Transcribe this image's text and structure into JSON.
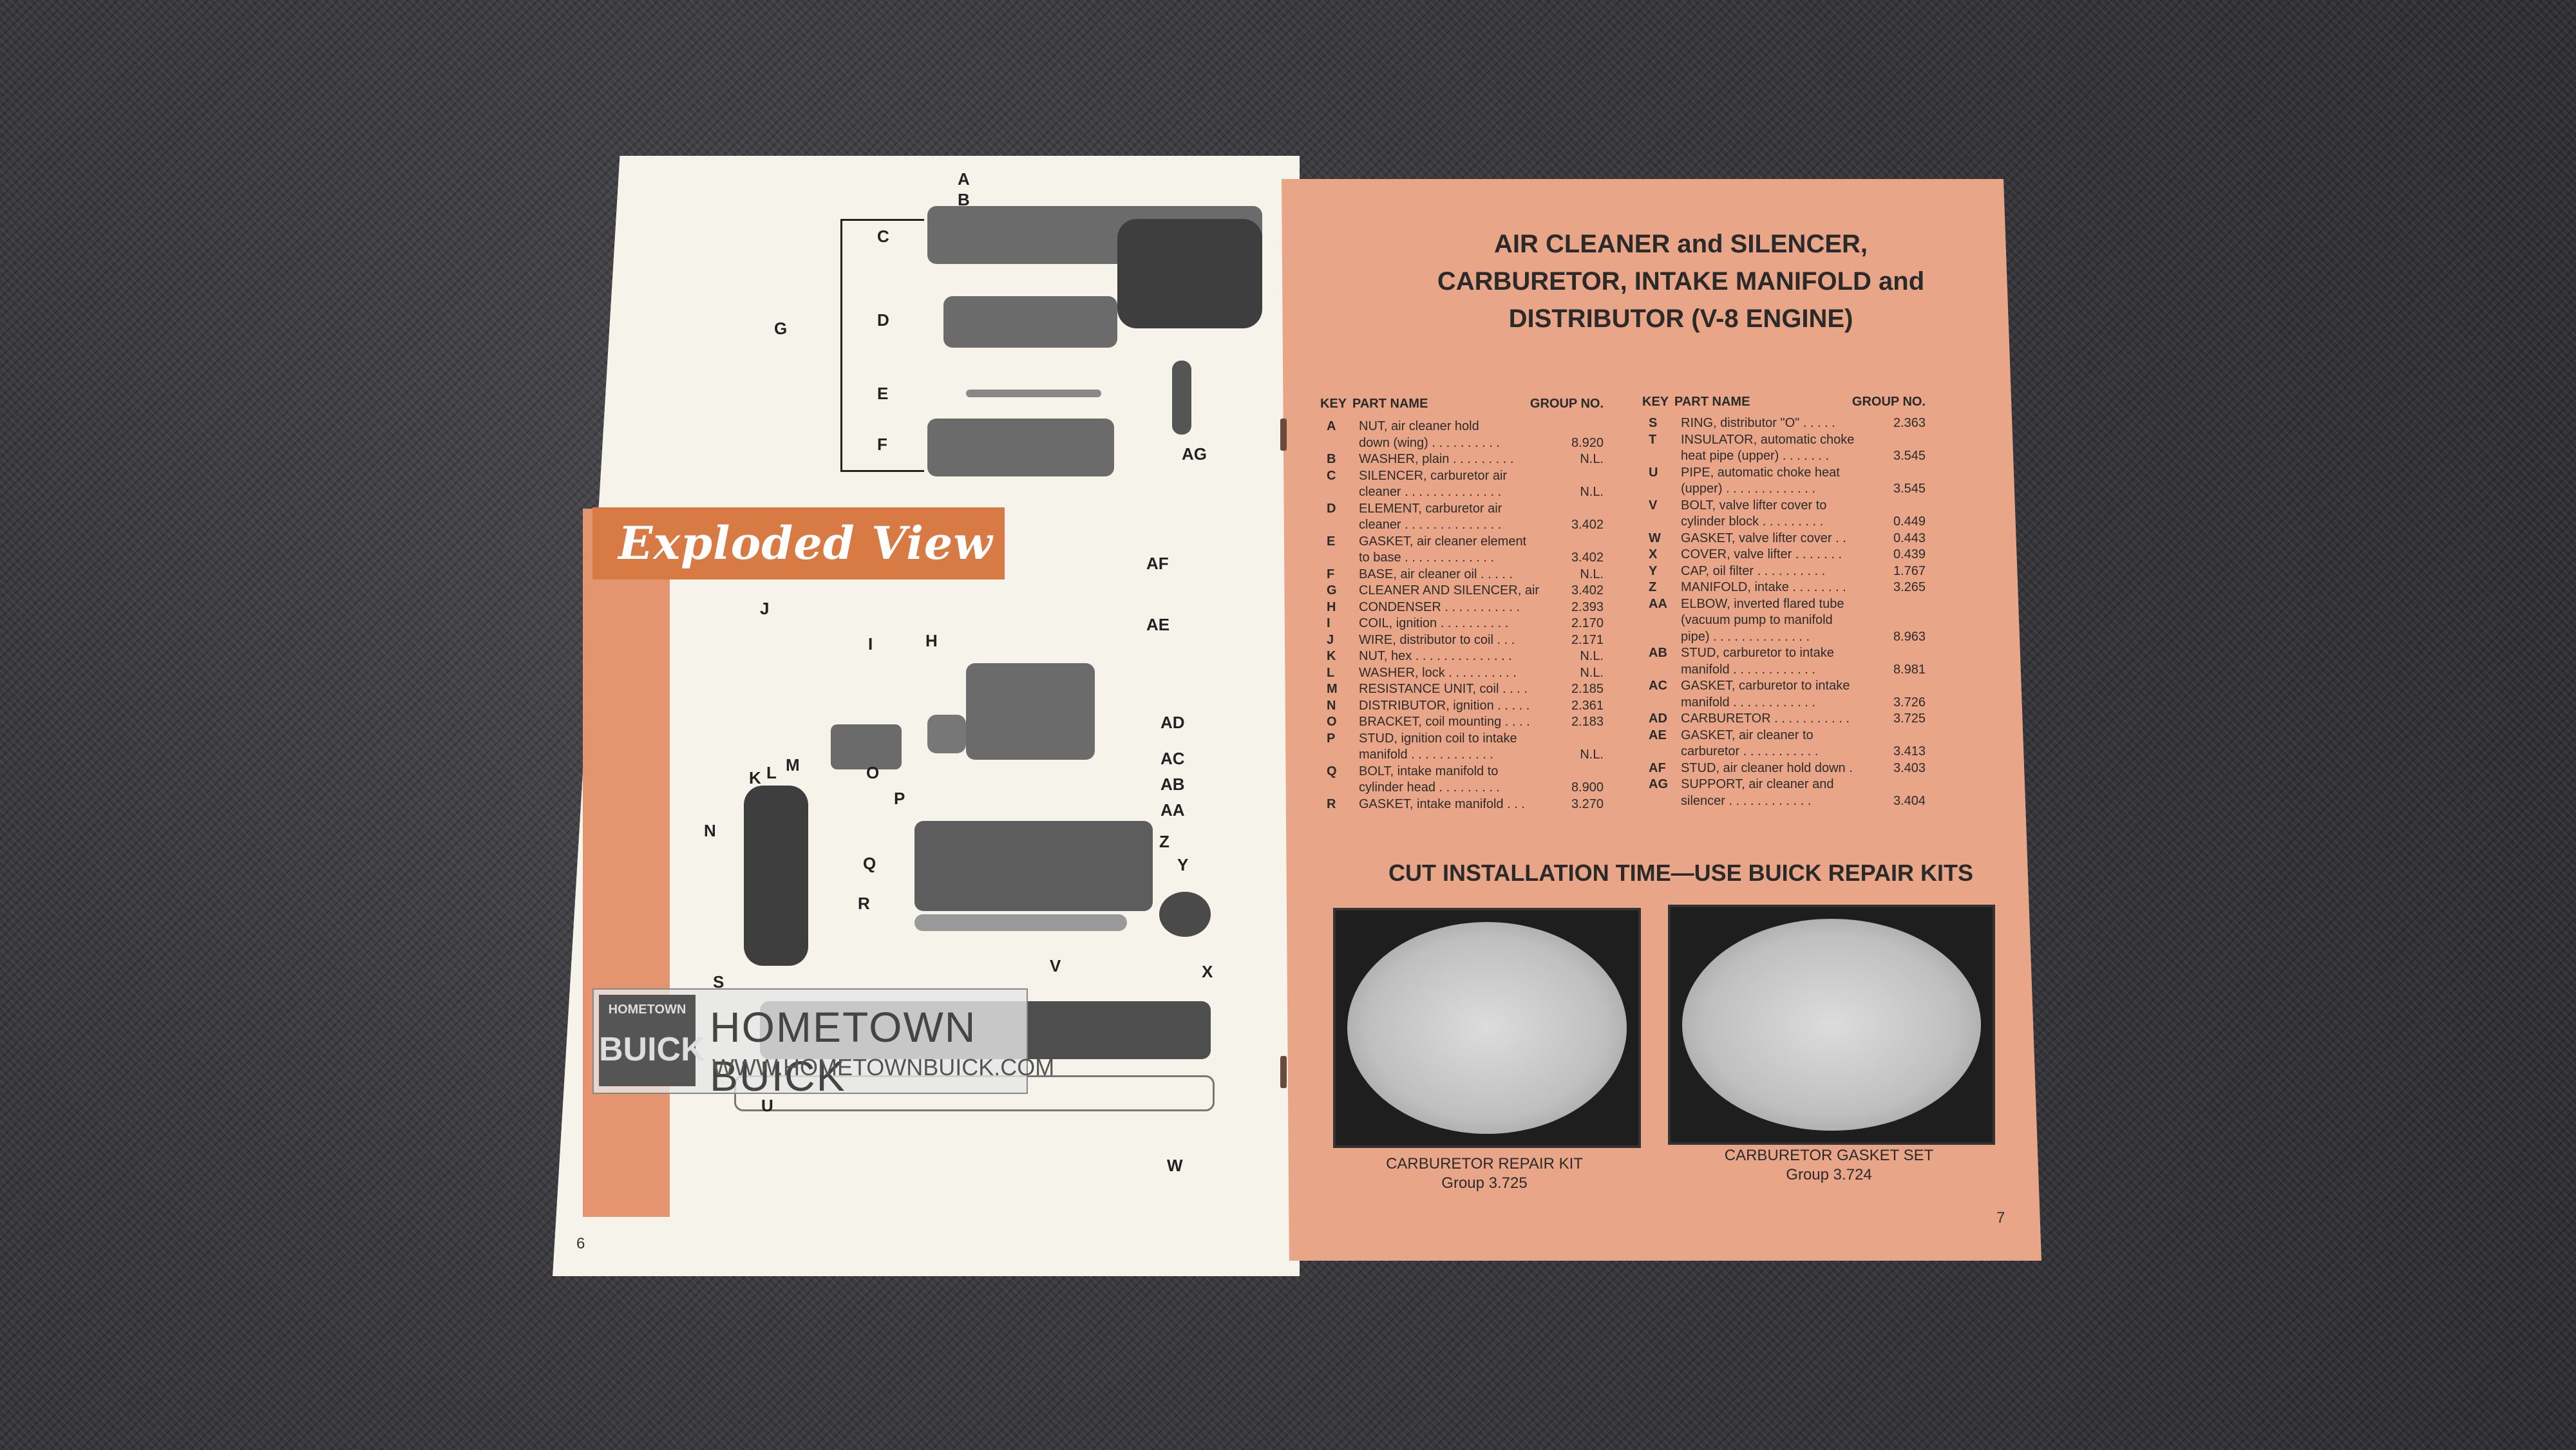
{
  "left_page": {
    "banner": "Exploded View",
    "page_number": "6",
    "callouts": [
      "A",
      "B",
      "C",
      "D",
      "E",
      "F",
      "G",
      "AG",
      "AF",
      "AE",
      "J",
      "I",
      "H",
      "AD",
      "AC",
      "AB",
      "AA",
      "K",
      "L",
      "M",
      "O",
      "P",
      "N",
      "Z",
      "Q",
      "Y",
      "R",
      "V",
      "S",
      "X",
      "U",
      "W"
    ]
  },
  "right_page": {
    "title_lines": [
      "AIR CLEANER and SILENCER,",
      "CARBURETOR, INTAKE MANIFOLD and",
      "DISTRIBUTOR (V-8 ENGINE)"
    ],
    "headers": {
      "key": "KEY",
      "part": "PART NAME",
      "group": "GROUP NO."
    },
    "left_column": [
      {
        "key": "A",
        "name": "NUT, air cleaner hold",
        "group": ""
      },
      {
        "key": "",
        "name": "down (wing) . . . . . . . . . .",
        "group": "8.920"
      },
      {
        "key": "B",
        "name": "WASHER, plain . . . . . . . . .",
        "group": "N.L."
      },
      {
        "key": "C",
        "name": "SILENCER, carburetor air",
        "group": ""
      },
      {
        "key": "",
        "name": "cleaner . . . . . . . . . . . . . .",
        "group": "N.L."
      },
      {
        "key": "D",
        "name": "ELEMENT, carburetor air",
        "group": ""
      },
      {
        "key": "",
        "name": "cleaner . . . . . . . . . . . . . .",
        "group": "3.402"
      },
      {
        "key": "E",
        "name": "GASKET, air cleaner element",
        "group": ""
      },
      {
        "key": "",
        "name": "to base . . . . . . . . . . . . .",
        "group": "3.402"
      },
      {
        "key": "F",
        "name": "BASE, air cleaner oil . . . . .",
        "group": "N.L."
      },
      {
        "key": "G",
        "name": "CLEANER AND SILENCER, air .",
        "group": "3.402"
      },
      {
        "key": "H",
        "name": "CONDENSER . . . . . . . . . . .",
        "group": "2.393"
      },
      {
        "key": "I",
        "name": "COIL, ignition . . . . . . . . . .",
        "group": "2.170"
      },
      {
        "key": "J",
        "name": "WIRE, distributor to coil . . .",
        "group": "2.171"
      },
      {
        "key": "K",
        "name": "NUT, hex . . . . . . . . . . . . . .",
        "group": "N.L."
      },
      {
        "key": "L",
        "name": "WASHER, lock . . . . . . . . . .",
        "group": "N.L."
      },
      {
        "key": "M",
        "name": "RESISTANCE UNIT, coil . . . .",
        "group": "2.185"
      },
      {
        "key": "N",
        "name": "DISTRIBUTOR, ignition . . . . .",
        "group": "2.361"
      },
      {
        "key": "O",
        "name": "BRACKET, coil mounting . . . .",
        "group": "2.183"
      },
      {
        "key": "P",
        "name": "STUD, ignition coil to intake",
        "group": ""
      },
      {
        "key": "",
        "name": "manifold . . . . . . . . . . . .",
        "group": "N.L."
      },
      {
        "key": "Q",
        "name": "BOLT, intake manifold to",
        "group": ""
      },
      {
        "key": "",
        "name": "cylinder head . . . . . . . . .",
        "group": "8.900"
      },
      {
        "key": "R",
        "name": "GASKET, intake manifold . . .",
        "group": "3.270"
      }
    ],
    "right_column": [
      {
        "key": "S",
        "name": "RING, distributor \"O\" . . . . .",
        "group": "2.363"
      },
      {
        "key": "T",
        "name": "INSULATOR, automatic choke",
        "group": ""
      },
      {
        "key": "",
        "name": "heat pipe (upper) . . . . . . .",
        "group": "3.545"
      },
      {
        "key": "U",
        "name": "PIPE, automatic choke heat",
        "group": ""
      },
      {
        "key": "",
        "name": "(upper) . . . . . . . . . . . . .",
        "group": "3.545"
      },
      {
        "key": "V",
        "name": "BOLT, valve lifter cover to",
        "group": ""
      },
      {
        "key": "",
        "name": "cylinder block . . . . . . . . .",
        "group": "0.449"
      },
      {
        "key": "W",
        "name": "GASKET, valve lifter cover . .",
        "group": "0.443"
      },
      {
        "key": "X",
        "name": "COVER, valve lifter . . . . . . .",
        "group": "0.439"
      },
      {
        "key": "Y",
        "name": "CAP, oil filter . . . . . . . . . .",
        "group": "1.767"
      },
      {
        "key": "Z",
        "name": "MANIFOLD, intake . . . . . . . .",
        "group": "3.265"
      },
      {
        "key": "AA",
        "name": "ELBOW, inverted flared tube",
        "group": ""
      },
      {
        "key": "",
        "name": "(vacuum pump to manifold",
        "group": ""
      },
      {
        "key": "",
        "name": "pipe) . . . . . . . . . . . . . .",
        "group": "8.963"
      },
      {
        "key": "AB",
        "name": "STUD, carburetor to intake",
        "group": ""
      },
      {
        "key": "",
        "name": "manifold . . . . . . . . . . . .",
        "group": "8.981"
      },
      {
        "key": "AC",
        "name": "GASKET, carburetor to intake",
        "group": ""
      },
      {
        "key": "",
        "name": "manifold . . . . . . . . . . . .",
        "group": "3.726"
      },
      {
        "key": "AD",
        "name": "CARBURETOR . . . . . . . . . . .",
        "group": "3.725"
      },
      {
        "key": "AE",
        "name": "GASKET, air cleaner to",
        "group": ""
      },
      {
        "key": "",
        "name": "carburetor . . . . . . . . . . .",
        "group": "3.413"
      },
      {
        "key": "AF",
        "name": "STUD, air cleaner hold down .",
        "group": "3.403"
      },
      {
        "key": "AG",
        "name": "SUPPORT, air cleaner and",
        "group": ""
      },
      {
        "key": "",
        "name": "silencer . . . . . . . . . . . .",
        "group": "3.404"
      }
    ],
    "subhead": "CUT INSTALLATION TIME—USE BUICK REPAIR KITS",
    "kits": [
      {
        "caption": "CARBURETOR REPAIR KIT",
        "group": "Group 3.725"
      },
      {
        "caption": "CARBURETOR GASKET SET",
        "group": "Group 3.724"
      }
    ],
    "page_number": "7"
  },
  "watermark": {
    "logo_top": "HOMETOWN",
    "logo_bottom": "BUICK",
    "name": "HOMETOWN BUICK",
    "url": "WWW.HOMETOWNBUICK.COM"
  }
}
